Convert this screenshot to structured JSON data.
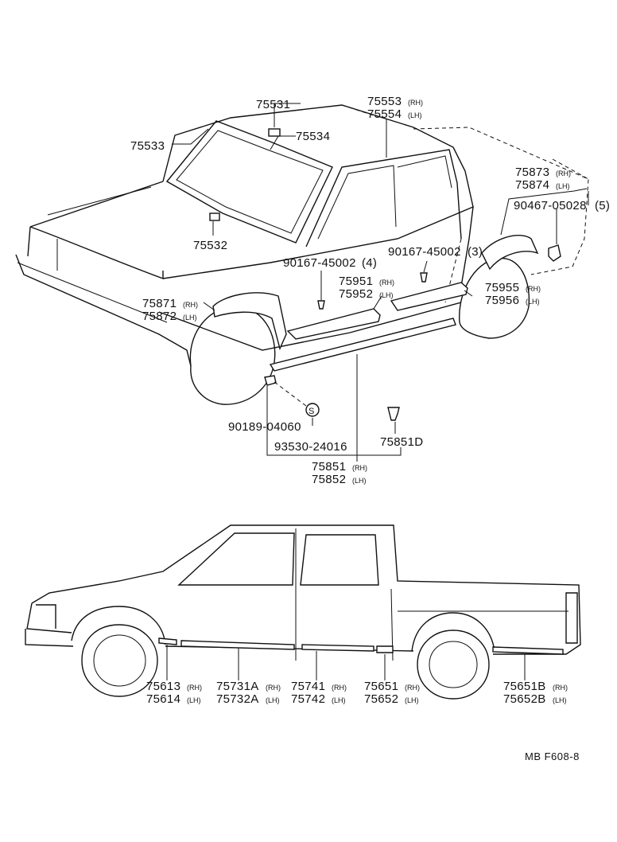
{
  "labels": {
    "p75531": "75531",
    "p75533": "75533",
    "p75534": "75534",
    "p75532": "75532",
    "p75553": "75553",
    "p75554": "75554",
    "p75873": "75873",
    "p75874": "75874",
    "p90467": "90467-05028",
    "p90467_qty": "(5)",
    "p90167a": "90167-45002",
    "p90167a_qty": "(4)",
    "p90167b": "90167-45002",
    "p90167b_qty": "(3)",
    "p75951": "75951",
    "p75952": "75952",
    "p75955": "75955",
    "p75956": "75956",
    "p75871": "75871",
    "p75872": "75872",
    "p90189": "90189-04060",
    "p93530": "93530-24016",
    "p75851D": "75851D",
    "p75851": "75851",
    "p75852": "75852",
    "p75613": "75613",
    "p75614": "75614",
    "p75731A": "75731A",
    "p75732A": "75732A",
    "p75741": "75741",
    "p75742": "75742",
    "p75651": "75651",
    "p75652": "75652",
    "p75651B": "75651B",
    "p75652B": "75652B",
    "s_symbol": "S"
  },
  "suffix": {
    "rh": "(RH)",
    "lh": "(LH)"
  },
  "diagram_code": "MB F608-8"
}
